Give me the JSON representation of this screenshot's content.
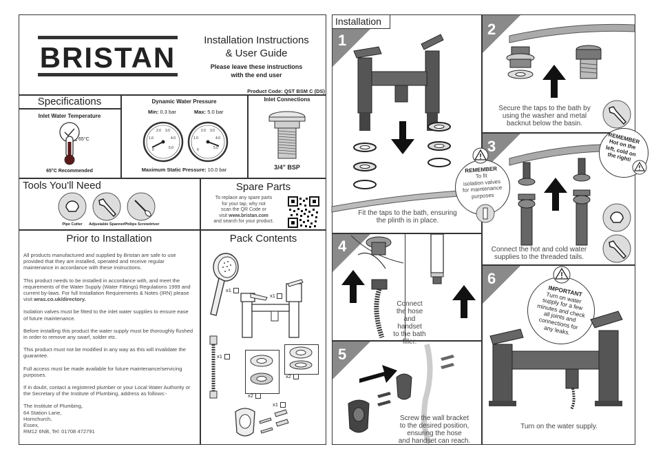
{
  "brand": "BRISTAN",
  "header": {
    "title_line1": "Installation Instructions",
    "title_line2": "& User Guide",
    "subtitle_line1": "Please leave these instructions",
    "subtitle_line2": "with the end user",
    "product_code": "Product Code: QST BSM C (DS)"
  },
  "specs": {
    "heading": "Specifications",
    "inlet_temp_title": "Inlet Water Temperature",
    "thermo_value": "65°C",
    "recommended": "65°C Recommended",
    "pressure_title": "Dynamic Water Pressure",
    "min_label": "Min:",
    "min_value": "0.3 bar",
    "max_label": "Max:",
    "max_value": "5.0 bar",
    "static_label": "Maximum Static Pressure:",
    "static_value": "10.0 bar",
    "gauge_ticks": [
      "1.0",
      "2.0",
      "3.0",
      "4.0",
      "5.0"
    ],
    "gauge_zero": "0",
    "inlet_title": "Inlet Connections",
    "inlet_size": "3/4\" BSP"
  },
  "tools": {
    "heading": "Tools You'll Need",
    "items": [
      "Pipe Cutter",
      "Adjustable Spanner",
      "Philips Screwdriver"
    ]
  },
  "spare": {
    "heading": "Spare Parts",
    "line1": "To replace any spare parts",
    "line2": "for your tap, why not",
    "line3": "scan the QR Code or",
    "line4_pre": "visit ",
    "line4_link": "www.bristan.com",
    "line5": "and search for your product."
  },
  "prior": {
    "heading": "Prior to Installation",
    "p1": "All products manufactured and supplied by Bristan are safe to use provided that they are installed, operated and receive regular maintenance in accordance with these instructions.",
    "p2_pre": "This product needs to be installed in accordance with, and meet the requirements of the Water Supply (Water Fittings) Regulations 1999 and current by-laws. For full Installation Requirements & Notes (IRN) please visit ",
    "p2_link": "wras.co.uk/directory.",
    "p3": "Isolation valves must be fitted to the inlet water supplies to ensure ease of future maintenance.",
    "p4": "Before installing this product the water supply must be thoroughly flushed in order to remove any swarf, solder etc.",
    "p5": "This product must not be modified in any way as this will invalidate the guarantee.",
    "p6": "Full access must be made available for future maintenance/servicing purposes.",
    "p7": "If in doubt, contact a registered plumber or your Local Water Authority or the Secretary of the Institute of Plumbing, address as follows:-",
    "addr": [
      "The Institute of Plumbing,",
      "64 Station Lane,",
      "Hornchurch,",
      "Essex,",
      "RM12 6NB, Tel: 01708 472791"
    ]
  },
  "pack": {
    "heading": "Pack Contents",
    "qty": [
      "x1",
      "x1",
      "x1",
      "x2",
      "x2",
      "x1"
    ]
  },
  "installation": {
    "heading": "Installation",
    "steps": [
      {
        "num": "1",
        "caption_line1": "Fit the taps to the bath, ensuring",
        "caption_line2": "the plinth is in place."
      },
      {
        "num": "2",
        "caption_line1": "Secure the taps to the bath by",
        "caption_line2": "using the washer and metal",
        "caption_line3": "backnut below the basin."
      },
      {
        "num": "3",
        "caption_line1": "Connect the hot and cold water",
        "caption_line2": "supplies to the threaded tails."
      },
      {
        "num": "4",
        "caption_line1": "Connect",
        "caption_line2": "the hose",
        "caption_line3": "and",
        "caption_line4": "handset",
        "caption_line5": "to the bath",
        "caption_line6": "filler."
      },
      {
        "num": "5",
        "caption_line1": "Screw the wall bracket",
        "caption_line2": "to the desired position,",
        "caption_line3": "ensuring the hose",
        "caption_line4": "and handset can reach."
      },
      {
        "num": "6",
        "caption_line1": "Turn on the water supply."
      }
    ],
    "remember1": {
      "title": "REMEMBER",
      "l1": "To fit",
      "l2": "isolation valves",
      "l3": "for maintenance",
      "l4": "purposes"
    },
    "remember2": {
      "title": "REMEMBER",
      "l1": "Hot on the",
      "l2": "left, cold on",
      "l3": "the right!"
    },
    "important": {
      "title": "IMPORTANT",
      "l1": "Turn on water",
      "l2": "supply for a few",
      "l3": "minutes and check",
      "l4": "all joints and",
      "l5": "connections for",
      "l6": "any leaks."
    }
  }
}
